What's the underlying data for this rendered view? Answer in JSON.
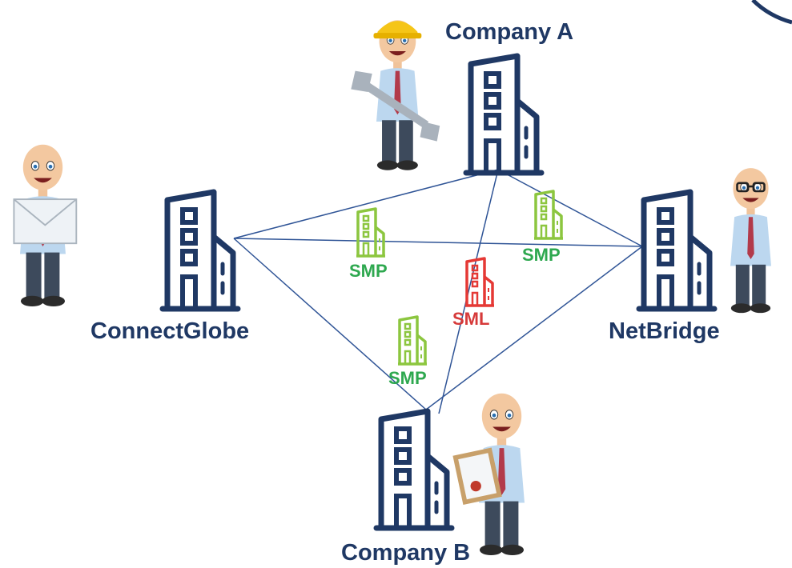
{
  "nodes": {
    "company_a": "Company A",
    "company_b": "Company B",
    "connectglobe": "ConnectGlobe",
    "netbridge": "NetBridge"
  },
  "services": {
    "smp_left": "SMP",
    "smp_right": "SMP",
    "smp_bottom": "SMP",
    "sml": "SML"
  },
  "colors": {
    "building": "#1f3864",
    "line": "#2f5496",
    "smp": "#2ea84f",
    "smp_icon": "#8cc63f",
    "sml": "#d63a3a",
    "sml_icon": "#e53935"
  }
}
